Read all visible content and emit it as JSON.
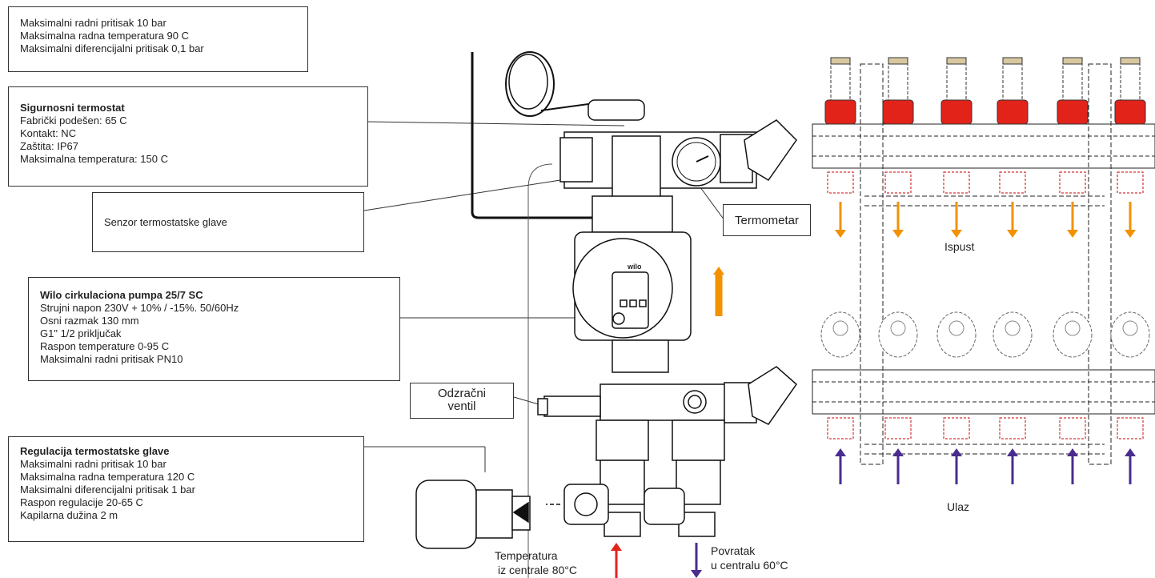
{
  "spec_box": {
    "lines": [
      "Maksimalni radni pritisak 10 bar",
      "Maksimalna radna temperatura 90 C",
      "Maksimalni diferencijalni pritisak 0,1 bar"
    ]
  },
  "thermostat_box": {
    "title": "Sigurnosni termostat",
    "lines": [
      "Fabrički podešen: 65 C",
      "Kontakt: NC",
      "Zaštita: IP67",
      "Maksimalna temperatura: 150 C"
    ]
  },
  "sensor_box": {
    "text": "Senzor termostatske glave"
  },
  "pump_box": {
    "title": "Wilo cirkulaciona pumpa 25/7 SC",
    "lines": [
      "Strujni napon 230V + 10% / -15%. 50/60Hz",
      "Osni razmak 130 mm",
      "G1\" 1/2 priključak",
      "Raspon temperature 0-95 C",
      "Maksimalni radni pritisak PN10"
    ]
  },
  "regulation_box": {
    "title": "Regulacija termostatske glave",
    "lines": [
      "Maksimalni radni pritisak 10 bar",
      "Maksimalna radna temperatura 120 C",
      "Maksimalni diferencijalni pritisak 1 bar",
      "Raspon regulacije 20-65 C",
      "Kapilarna dužina 2 m"
    ]
  },
  "labels": {
    "termometar": "Termometar",
    "odzracni_line1": "Odzračni",
    "odzracni_line2": "ventil",
    "ispust": "Ispust",
    "ulaz": "Ulaz",
    "supply_line1": "Temperatura",
    "supply_line2": "iz centrale 80°C",
    "return_line1": "Povratak",
    "return_line2": "u centralu 60°C",
    "pump_brand": "wilo"
  },
  "colors": {
    "outlet_arrow": "#f39200",
    "inlet_arrow": "#4a2c8f",
    "supply_arrow": "#e2231a",
    "return_arrow": "#4a2c8f",
    "flow_arrow": "#f39200",
    "valve_cap": "#e2231a"
  },
  "manifold": {
    "circuits": 6
  }
}
